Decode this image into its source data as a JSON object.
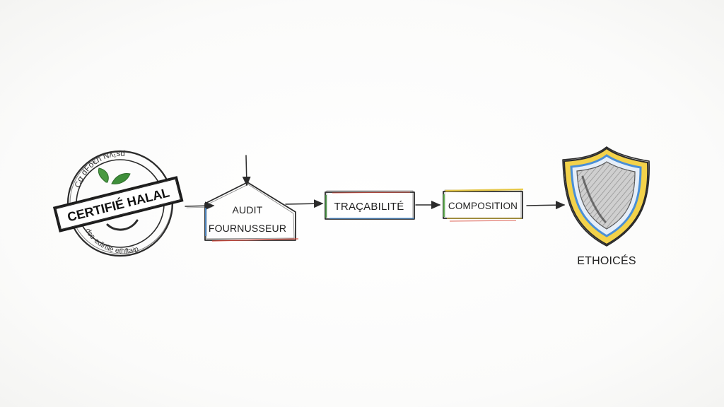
{
  "diagram": {
    "stamp": {
      "banner_text": "CERTIFIÉ HALAL",
      "top_arc_text": "Cợ dFŏ€h Nᴧ₁sd",
      "bottom_arc_text": "dse-edirtile ethftaip"
    },
    "steps": [
      {
        "label_line1": "AUDIT",
        "label_line2": "FOURNUSSEUR"
      },
      {
        "label": "TRAÇABILITÉ"
      },
      {
        "label": "COMPOSITION"
      }
    ],
    "shield": {
      "caption": "ETHOICÉS"
    },
    "colors": {
      "ink": "#2b2b2b",
      "leaf_green": "#3e8e3a",
      "blue_marker": "#4a8fd6",
      "yellow_marker": "#e8c531",
      "green_marker": "#5bb04a",
      "red_marker": "#d94a3c",
      "shield_gray": "#9a9a9a"
    }
  }
}
